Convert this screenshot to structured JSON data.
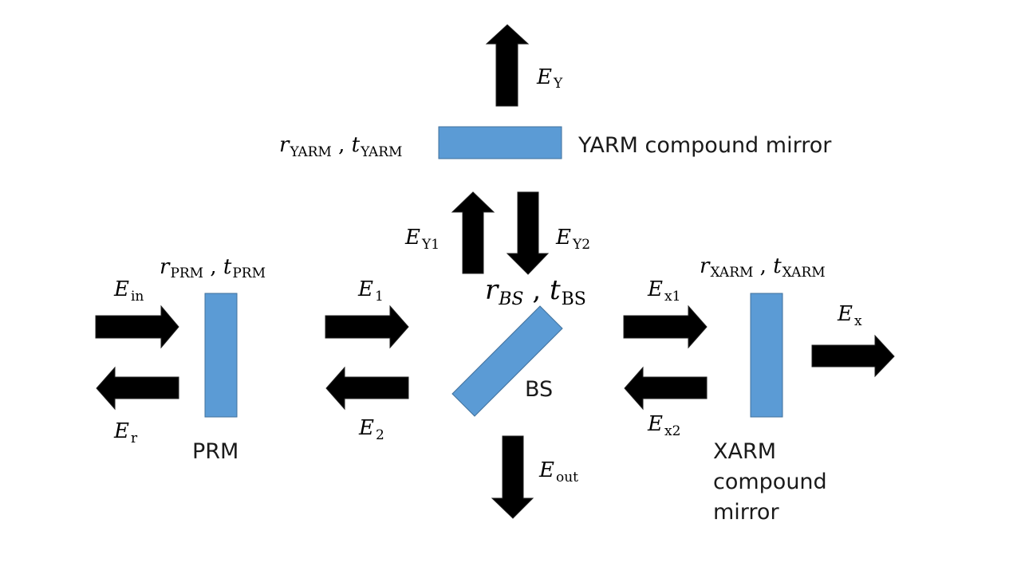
{
  "mirrors": {
    "prm": {
      "label": "PRM",
      "r_var": "r",
      "r_sub": "PRM",
      "sep": " , ",
      "t_var": "t",
      "t_sub": "PRM"
    },
    "bs": {
      "label": "BS",
      "r_var": "r",
      "r_sub": "BS",
      "sep": " , ",
      "t_var": "t",
      "t_sub": "BS"
    },
    "xarm": {
      "label_lines": [
        "XARM",
        "compound",
        "mirror"
      ],
      "r_var": "r",
      "r_sub": "XARM",
      "sep": " , ",
      "t_var": "t",
      "t_sub": "XARM"
    },
    "yarm": {
      "label": "YARM compound mirror",
      "r_var": "r",
      "r_sub": "YARM",
      "sep": " , ",
      "t_var": "t",
      "t_sub": "YARM"
    }
  },
  "fields": {
    "E_in": {
      "var": "E",
      "sub": "in"
    },
    "E_r": {
      "var": "E",
      "sub": "r"
    },
    "E_1": {
      "var": "E",
      "sub": "1"
    },
    "E_2": {
      "var": "E",
      "sub": "2"
    },
    "E_Y1": {
      "var": "E",
      "sub": "Y1"
    },
    "E_Y2": {
      "var": "E",
      "sub": "Y2"
    },
    "E_Y": {
      "var": "E",
      "sub": "Y"
    },
    "E_x1": {
      "var": "E",
      "sub": "x1"
    },
    "E_x2": {
      "var": "E",
      "sub": "x2"
    },
    "E_x": {
      "var": "E",
      "sub": "x"
    },
    "E_out": {
      "var": "E",
      "sub": "out"
    }
  },
  "colors": {
    "mirror_fill": "#5b9bd5",
    "mirror_stroke": "#41719c",
    "arrow": "#000000"
  }
}
